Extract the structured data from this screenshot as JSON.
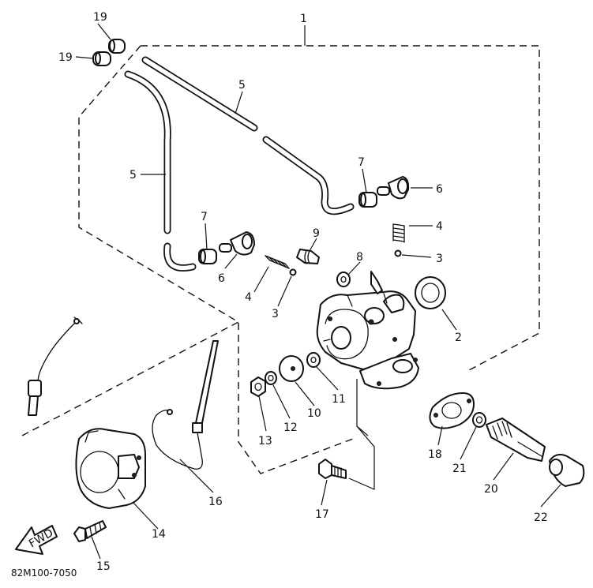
{
  "diagram_code": "82M100-7050",
  "fwd_label": "FWD",
  "callouts": [
    "1",
    "2",
    "3",
    "3",
    "4",
    "4",
    "5",
    "5",
    "6",
    "6",
    "7",
    "7",
    "8",
    "9",
    "10",
    "11",
    "12",
    "13",
    "14",
    "15",
    "16",
    "17",
    "18",
    "19",
    "19",
    "20",
    "21",
    "22"
  ]
}
